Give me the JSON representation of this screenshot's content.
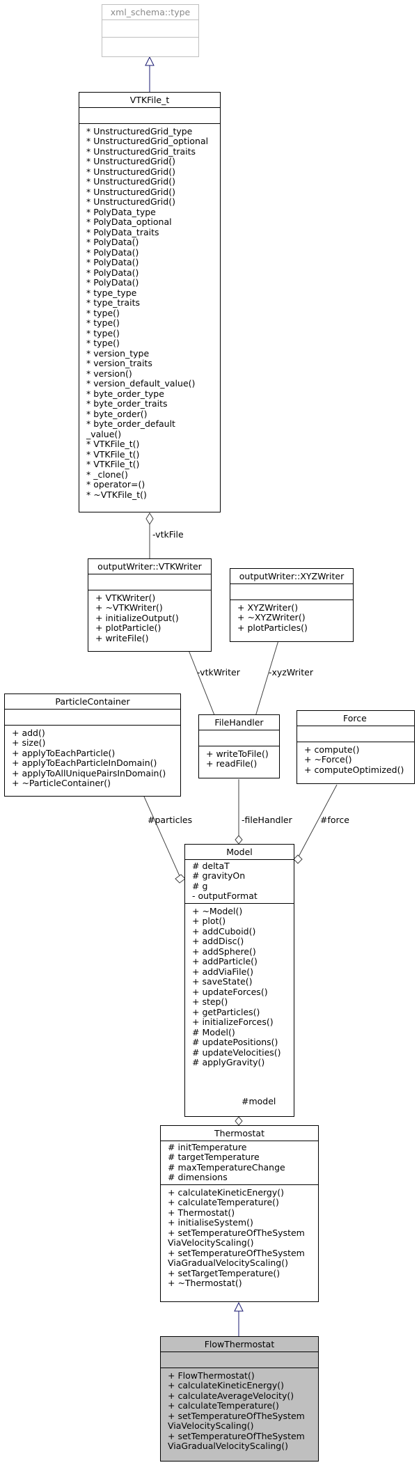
{
  "classes": {
    "xml_type": {
      "title": "xml_schema::type",
      "attributes": [],
      "methods": []
    },
    "vtkfile": {
      "title": "VTKFile_t",
      "attributes": [],
      "methods": [
        "* UnstructuredGrid_type",
        "* UnstructuredGrid_optional",
        "* UnstructuredGrid_traits",
        "* UnstructuredGrid()",
        "* UnstructuredGrid()",
        "* UnstructuredGrid()",
        "* UnstructuredGrid()",
        "* UnstructuredGrid()",
        "* PolyData_type",
        "* PolyData_optional",
        "* PolyData_traits",
        "* PolyData()",
        "* PolyData()",
        "* PolyData()",
        "* PolyData()",
        "* PolyData()",
        "* type_type",
        "* type_traits",
        "* type()",
        "* type()",
        "* type()",
        "* type()",
        "* version_type",
        "* version_traits",
        "* version()",
        "* version_default_value()",
        "* byte_order_type",
        "* byte_order_traits",
        "* byte_order()",
        "* byte_order_default",
        "_value()",
        "* VTKFile_t()",
        "* VTKFile_t()",
        "* VTKFile_t()",
        "* _clone()",
        "* operator=()",
        "* ~VTKFile_t()"
      ]
    },
    "vtkwriter": {
      "title": "outputWriter::VTKWriter",
      "attributes": [],
      "methods": [
        "+ VTKWriter()",
        "+ ~VTKWriter()",
        "+ initializeOutput()",
        "+ plotParticle()",
        "+ writeFile()"
      ]
    },
    "xyzwriter": {
      "title": "outputWriter::XYZWriter",
      "attributes": [],
      "methods": [
        "+ XYZWriter()",
        "+ ~XYZWriter()",
        "+ plotParticles()"
      ]
    },
    "particlecontainer": {
      "title": "ParticleContainer",
      "attributes": [],
      "methods": [
        "+ add()",
        "+ size()",
        "+ applyToEachParticle()",
        "+ applyToEachParticleInDomain()",
        "+ applyToAllUniquePairsInDomain()",
        "+ ~ParticleContainer()"
      ]
    },
    "filehandler": {
      "title": "FileHandler",
      "attributes": [],
      "methods": [
        "+ writeToFile()",
        "+ readFile()"
      ]
    },
    "force": {
      "title": "Force",
      "attributes": [],
      "methods": [
        "+ compute()",
        "+ ~Force()",
        "+ computeOptimized()"
      ]
    },
    "model": {
      "title": "Model",
      "attributes": [
        "# deltaT",
        "# gravityOn",
        "# g",
        "- outputFormat"
      ],
      "methods": [
        "+ ~Model()",
        "+ plot()",
        "+ addCuboid()",
        "+ addDisc()",
        "+ addSphere()",
        "+ addParticle()",
        "+ addViaFile()",
        "+ saveState()",
        "+ updateForces()",
        "+ step()",
        "+ getParticles()",
        "+ initializeForces()",
        "# Model()",
        "# updatePositions()",
        "# updateVelocities()",
        "# applyGravity()"
      ]
    },
    "thermostat": {
      "title": "Thermostat",
      "attributes": [
        "# initTemperature",
        "# targetTemperature",
        "# maxTemperatureChange",
        "# dimensions"
      ],
      "methods": [
        "+ calculateKineticEnergy()",
        "+ calculateTemperature()",
        "+ Thermostat()",
        "+ initialiseSystem()",
        "+ setTemperatureOfTheSystem",
        "ViaVelocityScaling()",
        "+ setTemperatureOfTheSystem",
        "ViaGradualVelocityScaling()",
        "+ setTargetTemperature()",
        "+ ~Thermostat()"
      ]
    },
    "flowthermostat": {
      "title": "FlowThermostat",
      "attributes": [],
      "methods": [
        "+ FlowThermostat()",
        "+ calculateKineticEnergy()",
        "+ calculateAverageVelocity()",
        "+ calculateTemperature()",
        "+ setTemperatureOfTheSystem",
        "ViaVelocityScaling()",
        "+ setTemperatureOfTheSystem",
        "ViaGradualVelocityScaling()"
      ]
    }
  },
  "edge_labels": {
    "vtkfile": "-vtkFile",
    "vtkwriter": "-vtkWriter",
    "xyzwriter": "-xyzWriter",
    "particles": "#particles",
    "filehandler": "-fileHandler",
    "force": "#force",
    "model": "#model"
  },
  "colors": {
    "inheritance_edge": "#191970",
    "association_edge": "#404040",
    "highlight_fill": "#bfbfbf",
    "faded_border": "#bfbfbf"
  }
}
